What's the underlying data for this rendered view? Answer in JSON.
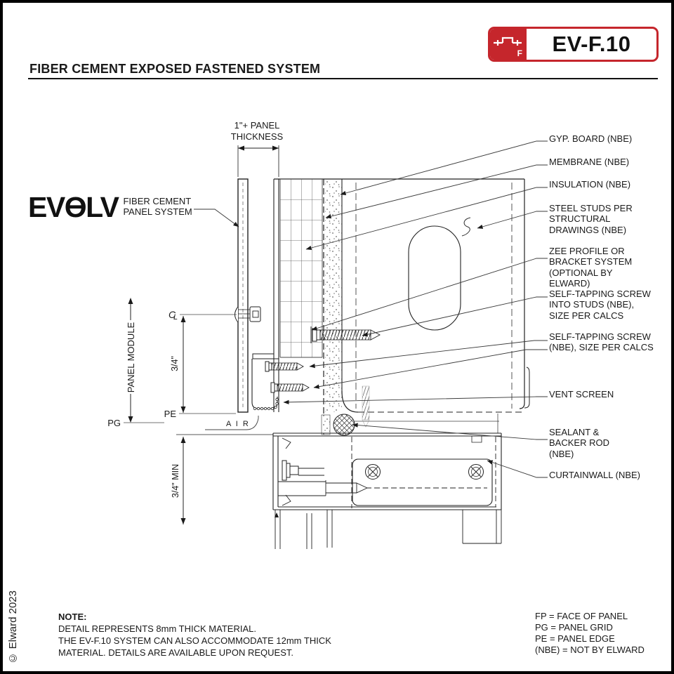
{
  "header": {
    "title": "FIBER CEMENT EXPOSED FASTENED SYSTEM",
    "badge_code": "EV-F.10",
    "badge_icon_letter": "F",
    "badge_red": "#c5262c"
  },
  "logo": {
    "ev": "EV",
    "o": "Ɵ",
    "lv": "LV",
    "caption": "FIBER CEMENT\nPANEL SYSTEM"
  },
  "callouts": {
    "gyp_board": "GYP. BOARD (NBE)",
    "membrane": "MEMBRANE (NBE)",
    "insulation": "INSULATION (NBE)",
    "steel_studs": "STEEL STUDS PER\nSTRUCTURAL\nDRAWINGS (NBE)",
    "zee_profile": "ZEE PROFILE OR\nBRACKET SYSTEM\n(OPTIONAL BY\nELWARD)",
    "screw_into_studs": "SELF-TAPPING SCREW\nINTO STUDS (NBE),\nSIZE PER CALCS",
    "screw": "SELF-TAPPING SCREW\n(NBE), SIZE PER CALCS",
    "vent_screen": "VENT SCREEN",
    "sealant": "SEALANT &\nBACKER ROD\n(NBE)",
    "curtainwall": "CURTAINWALL (NBE)"
  },
  "dims": {
    "panel_thickness_1": "1\"+ PANEL",
    "panel_thickness_2": "THICKNESS",
    "panel_module": "PANEL MODULE",
    "three_quarter": "3/4\"",
    "three_quarter_min": "3/4\" MIN",
    "pe": "PE",
    "pg": "PG",
    "air": "A I R",
    "cl_c": "C",
    "cl_l": "L"
  },
  "note": {
    "heading": "NOTE:",
    "body": "DETAIL REPRESENTS 8mm THICK MATERIAL.\nTHE EV-F.10 SYSTEM CAN ALSO ACCOMMODATE 12mm THICK\nMATERIAL.  DETAILS ARE AVAILABLE UPON REQUEST."
  },
  "legend": {
    "fp": "FP = FACE OF PANEL",
    "pg": "PG = PANEL GRID",
    "pe": "PE = PANEL EDGE",
    "nbe": "(NBE) = NOT BY ELWARD"
  },
  "copyright": "© Elward 2023"
}
